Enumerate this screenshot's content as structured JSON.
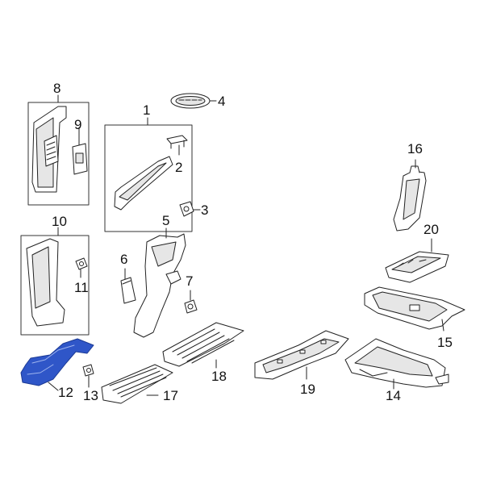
{
  "callouts": {
    "c1": "1",
    "c2": "2",
    "c3": "3",
    "c4": "4",
    "c5": "5",
    "c6": "6",
    "c7": "7",
    "c8": "8",
    "c9": "9",
    "c10": "10",
    "c11": "11",
    "c12": "12",
    "c13": "13",
    "c14": "14",
    "c15": "15",
    "c16": "16",
    "c17": "17",
    "c18": "18",
    "c19": "19",
    "c20": "20"
  },
  "colors": {
    "line": "#222222",
    "part_fill": "#ffffff",
    "shade": "#e6e6e6",
    "highlight": "#2f56c8",
    "highlight_dark": "#1c3a94"
  }
}
